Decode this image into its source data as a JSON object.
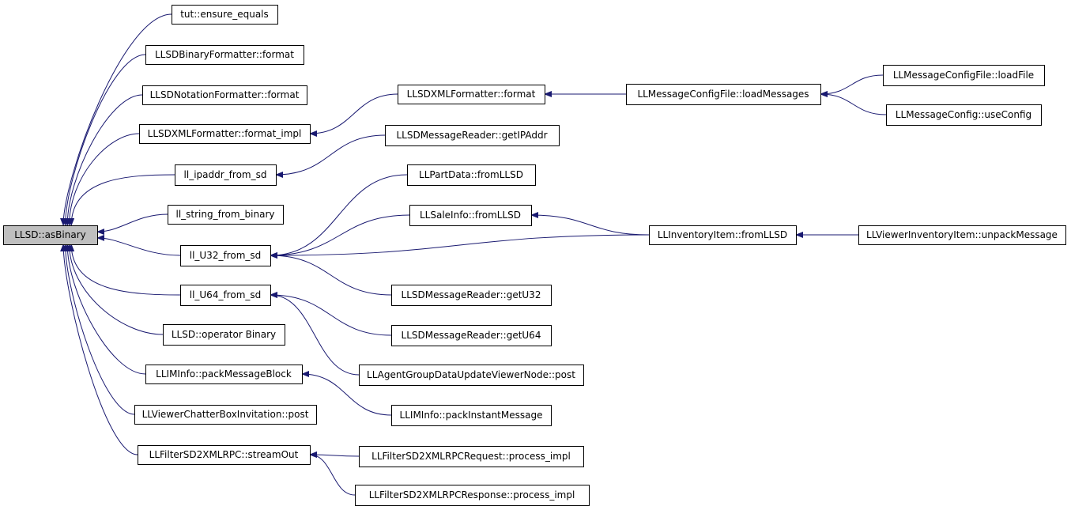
{
  "diagram": {
    "root": "LLSD::asBinary",
    "nodes": [
      {
        "id": "asBinary",
        "label": "LLSD::asBinary",
        "root": true
      },
      {
        "id": "ensure_equals",
        "label": "tut::ensure_equals"
      },
      {
        "id": "binfmt",
        "label": "LLSDBinaryFormatter::format"
      },
      {
        "id": "notfmt",
        "label": "LLSDNotationFormatter::format"
      },
      {
        "id": "xmlfmt_impl",
        "label": "LLSDXMLFormatter::format_impl"
      },
      {
        "id": "ipaddr",
        "label": "ll_ipaddr_from_sd"
      },
      {
        "id": "strbin",
        "label": "ll_string_from_binary"
      },
      {
        "id": "u32",
        "label": "ll_U32_from_sd"
      },
      {
        "id": "u64",
        "label": "ll_U64_from_sd"
      },
      {
        "id": "opbin",
        "label": "LLSD::operator Binary"
      },
      {
        "id": "packblock",
        "label": "LLIMInfo::packMessageBlock"
      },
      {
        "id": "chatter",
        "label": "LLViewerChatterBoxInvitation::post"
      },
      {
        "id": "streamout",
        "label": "LLFilterSD2XMLRPC::streamOut"
      },
      {
        "id": "xmlfmt",
        "label": "LLSDXMLFormatter::format"
      },
      {
        "id": "getip",
        "label": "LLSDMessageReader::getIPAddr"
      },
      {
        "id": "partdata",
        "label": "LLPartData::fromLLSD"
      },
      {
        "id": "saleinfo",
        "label": "LLSaleInfo::fromLLSD"
      },
      {
        "id": "getu32",
        "label": "LLSDMessageReader::getU32"
      },
      {
        "id": "getu64",
        "label": "LLSDMessageReader::getU64"
      },
      {
        "id": "agentgroup",
        "label": "LLAgentGroupDataUpdateViewerNode::post"
      },
      {
        "id": "packinstant",
        "label": "LLIMInfo::packInstantMessage"
      },
      {
        "id": "req",
        "label": "LLFilterSD2XMLRPCRequest::process_impl"
      },
      {
        "id": "resp",
        "label": "LLFilterSD2XMLRPCResponse::process_impl"
      },
      {
        "id": "loadmsgs",
        "label": "LLMessageConfigFile::loadMessages"
      },
      {
        "id": "invitem",
        "label": "LLInventoryItem::fromLLSD"
      },
      {
        "id": "loadfile",
        "label": "LLMessageConfigFile::loadFile"
      },
      {
        "id": "useconfig",
        "label": "LLMessageConfig::useConfig"
      },
      {
        "id": "unpack",
        "label": "LLViewerInventoryItem::unpackMessage"
      }
    ],
    "edges": [
      {
        "from": "ensure_equals",
        "to": "asBinary"
      },
      {
        "from": "binfmt",
        "to": "asBinary"
      },
      {
        "from": "notfmt",
        "to": "asBinary"
      },
      {
        "from": "xmlfmt_impl",
        "to": "asBinary"
      },
      {
        "from": "ipaddr",
        "to": "asBinary"
      },
      {
        "from": "strbin",
        "to": "asBinary"
      },
      {
        "from": "u32",
        "to": "asBinary"
      },
      {
        "from": "u64",
        "to": "asBinary"
      },
      {
        "from": "opbin",
        "to": "asBinary"
      },
      {
        "from": "packblock",
        "to": "asBinary"
      },
      {
        "from": "chatter",
        "to": "asBinary"
      },
      {
        "from": "streamout",
        "to": "asBinary"
      },
      {
        "from": "xmlfmt",
        "to": "xmlfmt_impl"
      },
      {
        "from": "getip",
        "to": "ipaddr"
      },
      {
        "from": "partdata",
        "to": "u32"
      },
      {
        "from": "saleinfo",
        "to": "u32"
      },
      {
        "from": "invitem",
        "to": "u32"
      },
      {
        "from": "getu32",
        "to": "u32"
      },
      {
        "from": "getu64",
        "to": "u64"
      },
      {
        "from": "agentgroup",
        "to": "u64"
      },
      {
        "from": "packinstant",
        "to": "packblock"
      },
      {
        "from": "req",
        "to": "streamout"
      },
      {
        "from": "resp",
        "to": "streamout"
      },
      {
        "from": "loadmsgs",
        "to": "xmlfmt"
      },
      {
        "from": "invitem",
        "to": "saleinfo"
      },
      {
        "from": "loadfile",
        "to": "loadmsgs"
      },
      {
        "from": "useconfig",
        "to": "loadmsgs"
      },
      {
        "from": "unpack",
        "to": "invitem"
      }
    ]
  },
  "colors": {
    "edge": "#191970",
    "root_fill": "#bfbfbf",
    "node_fill": "#ffffff",
    "border": "#000000"
  }
}
